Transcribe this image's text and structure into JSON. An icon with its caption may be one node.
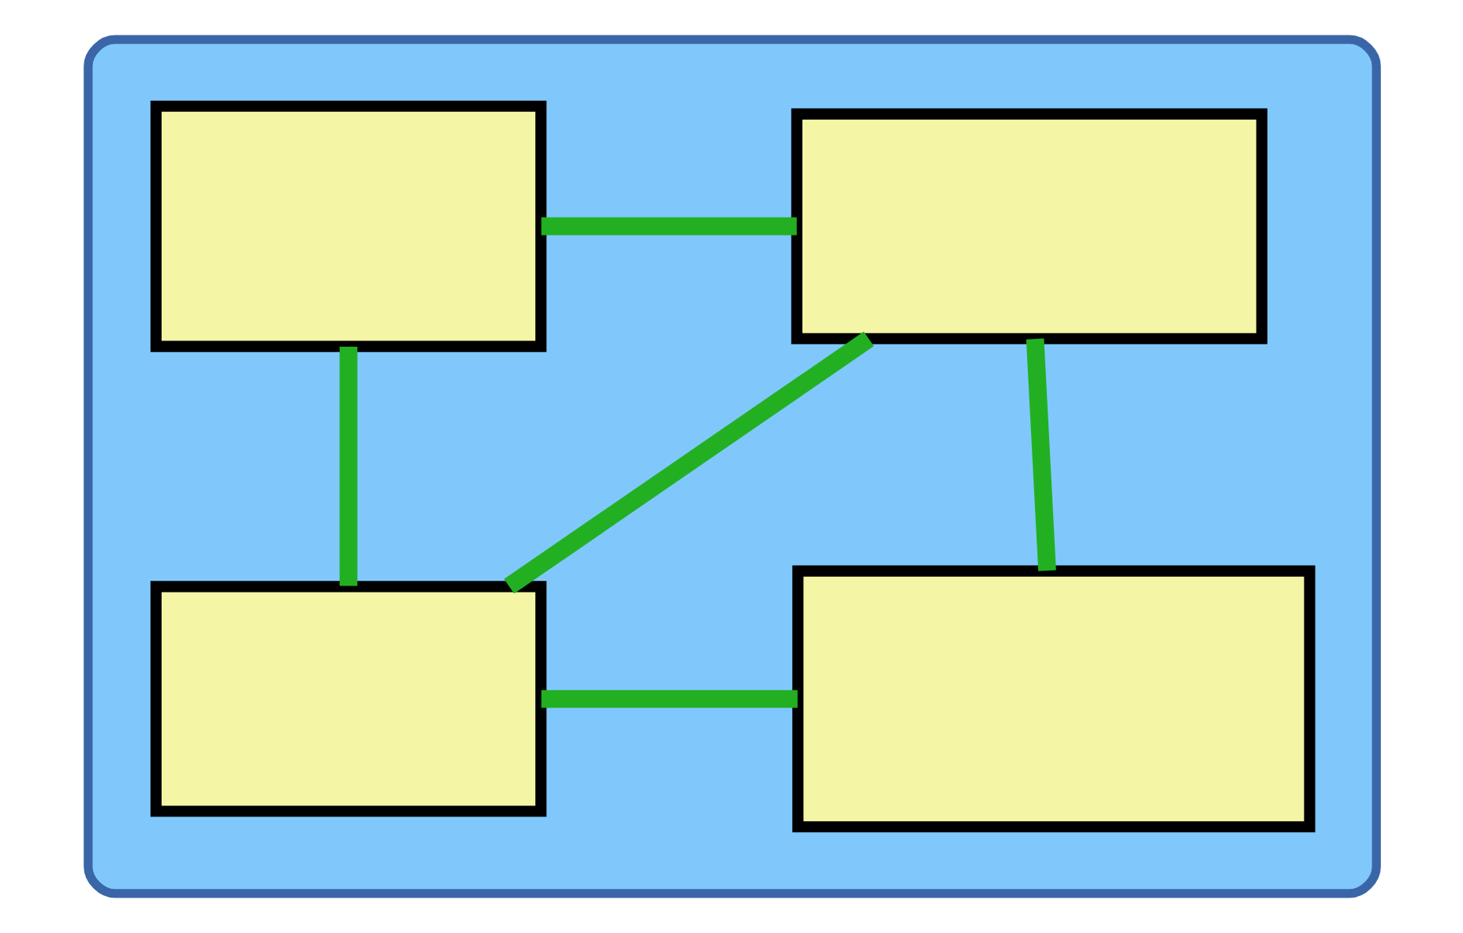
{
  "diagram": {
    "nodes": [
      {
        "text": [],
        "shape": "box"
      },
      {
        "text": [],
        "shape": "box",
        "in": 0
      },
      {
        "text": [],
        "shape": "box",
        "in": 0
      },
      {
        "text": [],
        "shape": "box",
        "in": 0
      },
      {
        "text": [],
        "shape": "box",
        "in": 0
      }
    ],
    "edges": [
      {
        "from": 1,
        "to": 2,
        "arrow": "none"
      },
      {
        "from": 1,
        "to": 3,
        "arrow": "none"
      },
      {
        "from": 2,
        "to": 3,
        "arrow": "none"
      },
      {
        "from": 2,
        "to": 4,
        "arrow": "none"
      },
      {
        "from": 3,
        "to": 4,
        "arrow": "none"
      }
    ]
  }
}
